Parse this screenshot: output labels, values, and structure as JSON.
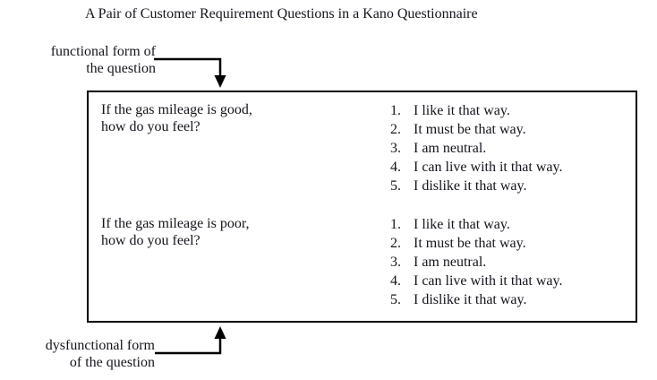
{
  "title": "A Pair of Customer Requirement Questions in a Kano Questionnaire",
  "annotations": {
    "functional": {
      "line1": "functional form of",
      "line2": "the question"
    },
    "dysfunctional": {
      "line1": "dysfunctional form",
      "line2": "of the question"
    }
  },
  "table": {
    "rows": [
      {
        "question": {
          "line1": "If the gas mileage is good,",
          "line2": "how do you feel?"
        },
        "answers": [
          {
            "num": "1.",
            "text": "I like it that way."
          },
          {
            "num": "2.",
            "text": "It must be that way."
          },
          {
            "num": "3.",
            "text": "I am neutral."
          },
          {
            "num": "4.",
            "text": "I can live with it that way."
          },
          {
            "num": "5.",
            "text": "I dislike it that way."
          }
        ]
      },
      {
        "question": {
          "line1": "If the gas mileage is poor,",
          "line2": "how do you feel?"
        },
        "answers": [
          {
            "num": "1.",
            "text": "I like it that way."
          },
          {
            "num": "2.",
            "text": "It must be that way."
          },
          {
            "num": "3.",
            "text": "I am neutral."
          },
          {
            "num": "4.",
            "text": "I can live with it that way."
          },
          {
            "num": "5.",
            "text": "I dislike it that way."
          }
        ]
      }
    ]
  },
  "colors": {
    "ink": "#14141c",
    "border": "#000000",
    "background": "#ffffff"
  }
}
